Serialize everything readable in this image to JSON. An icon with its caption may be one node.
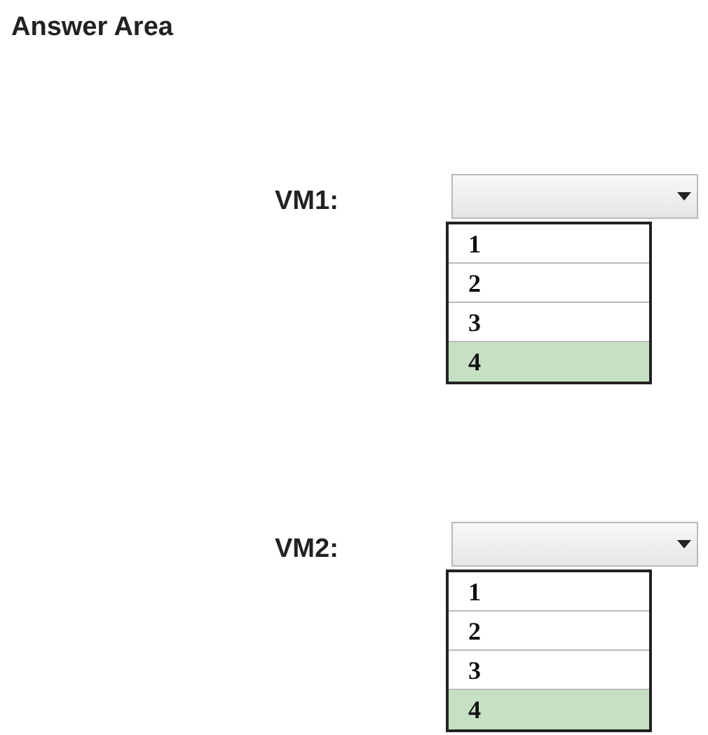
{
  "diagram": {
    "title": "Answer Area",
    "nodes": [
      {
        "text": [
          "1",
          "2",
          "3",
          "4"
        ]
      },
      {
        "text": [
          "1",
          "2",
          "3",
          "4"
        ]
      }
    ],
    "labels": [
      "VM1:",
      "VM2:"
    ]
  }
}
